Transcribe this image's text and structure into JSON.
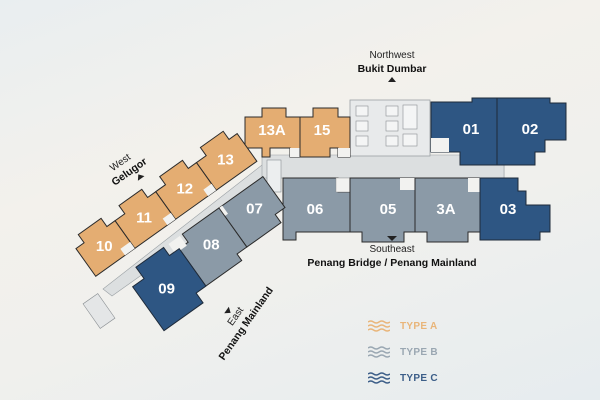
{
  "compass": {
    "northwest": {
      "direction": "Northwest",
      "place": "Bukit Dumbar"
    },
    "southeast": {
      "direction": "Southeast",
      "place": "Penang Bridge / Penang Mainland"
    },
    "west": {
      "direction": "West",
      "place": "Gelugor"
    },
    "east": {
      "direction": "East",
      "place": "Penang Mainland"
    }
  },
  "units": {
    "u13A": {
      "label": "13A",
      "type": "A"
    },
    "u15": {
      "label": "15",
      "type": "A"
    },
    "u01": {
      "label": "01",
      "type": "C"
    },
    "u02": {
      "label": "02",
      "type": "C"
    },
    "u06": {
      "label": "06",
      "type": "B"
    },
    "u05": {
      "label": "05",
      "type": "B"
    },
    "u3A": {
      "label": "3A",
      "type": "B"
    },
    "u03": {
      "label": "03",
      "type": "C"
    },
    "u13": {
      "label": "13",
      "type": "A"
    },
    "u12": {
      "label": "12",
      "type": "A"
    },
    "u11": {
      "label": "11",
      "type": "A"
    },
    "u10": {
      "label": "10",
      "type": "A"
    },
    "u07": {
      "label": "07",
      "type": "B"
    },
    "u08": {
      "label": "08",
      "type": "B"
    },
    "u09": {
      "label": "09",
      "type": "C"
    }
  },
  "legend": [
    {
      "label": "TYPE A",
      "color": "#e9b57a"
    },
    {
      "label": "TYPE B",
      "color": "#9aa7b2"
    },
    {
      "label": "TYPE C",
      "color": "#3c5e88"
    }
  ],
  "colors": {
    "typeA": "#e4ad72",
    "typeB": "#8b9aa7",
    "typeC": "#2e5683",
    "corridor": "#dcdfe0",
    "outline": "#2b2b2b"
  }
}
